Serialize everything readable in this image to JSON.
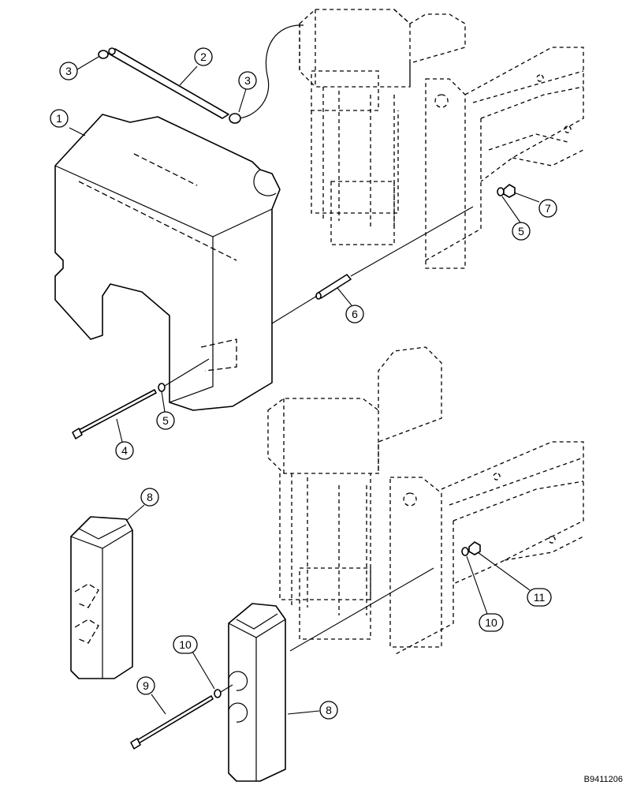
{
  "drawing_number": "B9411206",
  "callouts": [
    {
      "label": "1"
    },
    {
      "label": "2"
    },
    {
      "label": "3"
    },
    {
      "label": "3"
    },
    {
      "label": "4"
    },
    {
      "label": "5"
    },
    {
      "label": "5"
    },
    {
      "label": "6"
    },
    {
      "label": "7"
    },
    {
      "label": "8"
    },
    {
      "label": "8"
    },
    {
      "label": "9"
    },
    {
      "label": "10"
    },
    {
      "label": "10"
    },
    {
      "label": "11"
    }
  ]
}
